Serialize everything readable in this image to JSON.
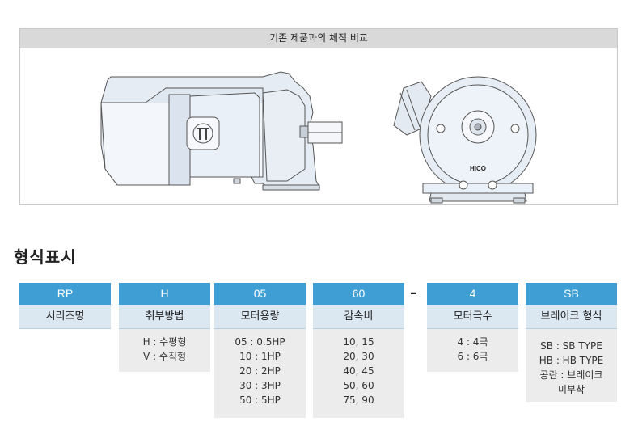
{
  "comparison": {
    "title": "기존 제품과의 체적 비교",
    "logo_text": "HICO"
  },
  "section_title": "형식표시",
  "separator": "–",
  "columns": [
    {
      "code": "RP",
      "label": "시리즈명",
      "values": []
    },
    {
      "code": "H",
      "label": "취부방법",
      "values": [
        "H : 수평형",
        "V : 수직형"
      ]
    },
    {
      "code": "05",
      "label": "모터용량",
      "values": [
        "05 : 0.5HP",
        "10 : 1HP",
        "20 : 2HP",
        "30 : 3HP",
        "50 : 5HP"
      ]
    },
    {
      "code": "60",
      "label": "감속비",
      "values": [
        "10, 15",
        "20, 30",
        "40, 45",
        "50, 60",
        "75, 90"
      ]
    },
    {
      "code": "4",
      "label": "모터극수",
      "values": [
        "4 : 4극",
        "6 : 6극"
      ]
    },
    {
      "code": "SB",
      "label": "브레이크 형식",
      "values": [
        "SB : SB TYPE",
        "HB : HB TYPE",
        "공란 : 브레이크",
        "미부착"
      ]
    }
  ]
}
